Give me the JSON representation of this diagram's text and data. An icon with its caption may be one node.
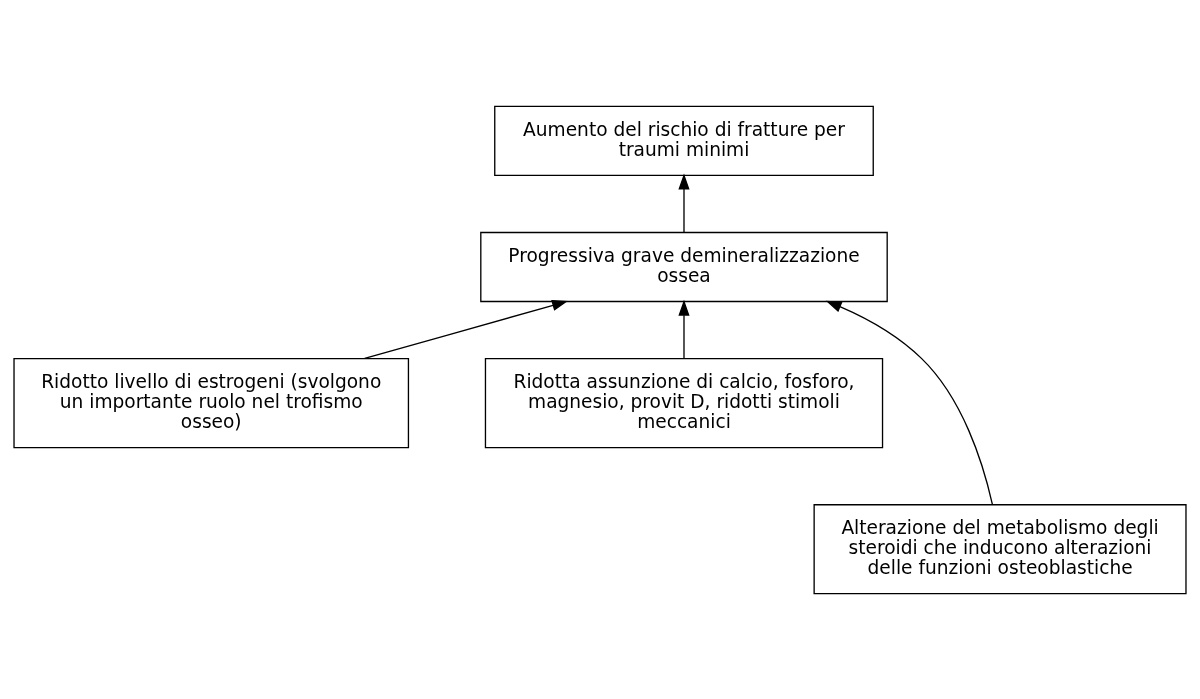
{
  "diagram": {
    "nodes": [
      {
        "text": [
          "Aumento del rischio di fratture per traumi minimi"
        ]
      },
      {
        "text": [
          "Progressiva grave demineralizzazione ossea"
        ]
      },
      {
        "text": [
          "Ridotto livello di estrogeni (svolgono un importante ruolo nel trofismo osseo)"
        ]
      },
      {
        "text": [
          "Ridotta assunzione di calcio, fosforo, magnesio, provit D, ridotti stimoli meccanici"
        ]
      },
      {
        "text": [
          "Alterazione del metabolismo degli steroidi che inducono alterazioni delle funzioni osteoblastiche"
        ]
      }
    ],
    "edges": [
      {
        "from": 1,
        "to": 0,
        "arrow": "to"
      },
      {
        "from": 2,
        "to": 1,
        "arrow": "to"
      },
      {
        "from": 4,
        "to": 1,
        "arrow": "to"
      },
      {
        "from": 3,
        "to": 1,
        "arrow": "to"
      }
    ]
  }
}
